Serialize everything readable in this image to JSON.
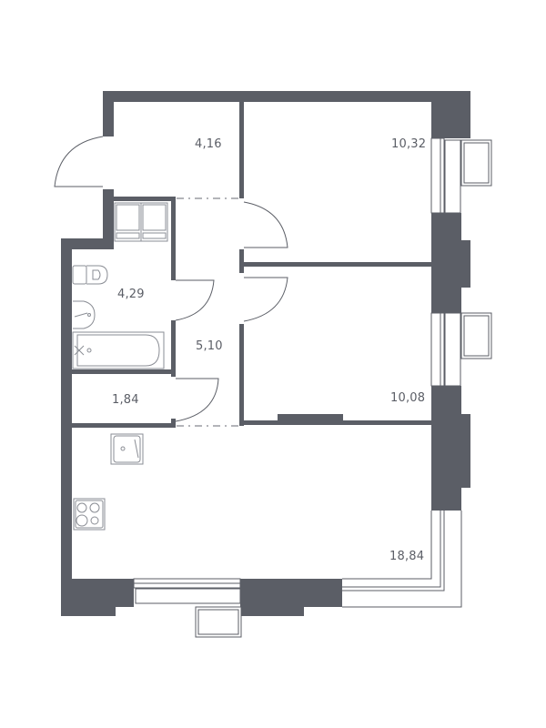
{
  "floor_plan": {
    "colors": {
      "wall": "#5b5e66",
      "fixture_line": "#8a8d94",
      "background": "#ffffff"
    },
    "rooms": [
      {
        "id": "hall",
        "area": "4,16"
      },
      {
        "id": "bedroom-1",
        "area": "10,32"
      },
      {
        "id": "bathroom",
        "area": "4,29"
      },
      {
        "id": "corridor",
        "area": "5,10"
      },
      {
        "id": "wc-storage",
        "area": "1,84"
      },
      {
        "id": "bedroom-2",
        "area": "10,08"
      },
      {
        "id": "kitchen-living",
        "area": "18,84"
      }
    ]
  }
}
